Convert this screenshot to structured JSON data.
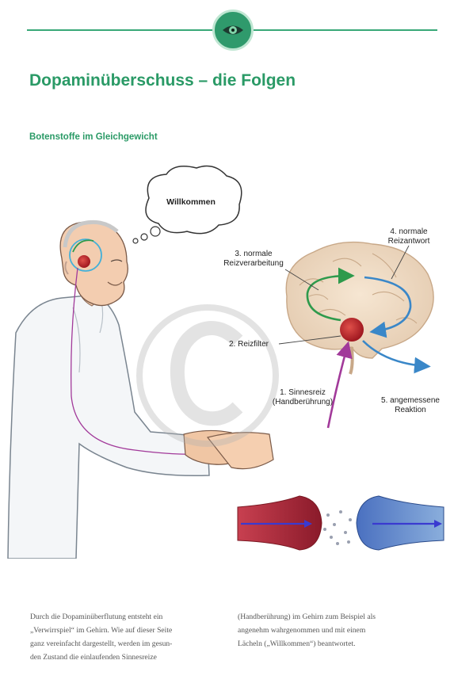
{
  "header": {
    "logo_icon": "eye-icon",
    "accent": "#2a9a66"
  },
  "title": "Dopaminüberschuss – die Folgen",
  "subtitle": "Botenstoffe im Gleichgewicht",
  "figure": {
    "bubble": "Willkommen",
    "labels": {
      "step3_line1": "3. normale",
      "step3_line2": "Reizverarbeitung",
      "step4_line1": "4. normale",
      "step4_line2": "Reizantwort",
      "step2": "2. Reizfilter",
      "step1_line1": "1. Sinnesreiz",
      "step1_line2": "(Handberührung)",
      "step5_line1": "5. angemessene",
      "step5_line2": "Reaktion"
    }
  },
  "body": {
    "col1": [
      "Durch die Dopaminüberflutung entsteht ein",
      "„Verwirrspiel“ im Gehirn. Wie auf dieser Seite",
      "ganz vereinfacht dargestellt, werden im gesun-",
      "den Zustand die einlaufenden Sinnesreize"
    ],
    "col2": [
      "(Handberührung) im Gehirn zum Beispiel als",
      "angenehm wahrgenommen und mit einem",
      "Lächeln („Willkommen“) beantwortet."
    ]
  }
}
